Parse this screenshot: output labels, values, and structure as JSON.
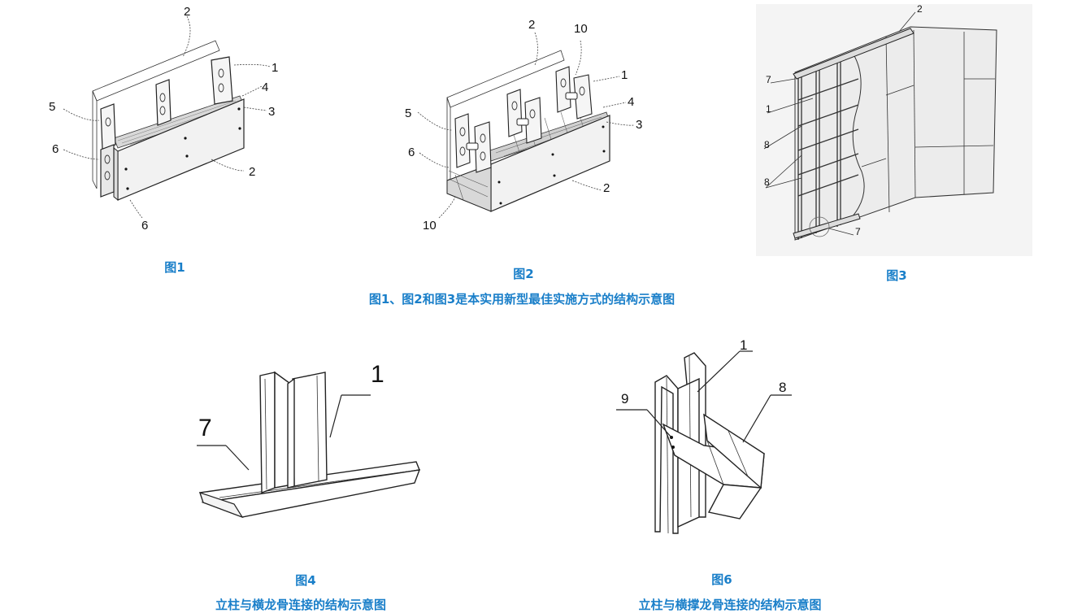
{
  "figures": {
    "fig1": {
      "caption": "图1",
      "labels": {
        "l2_top": "2",
        "l1": "1",
        "l4": "4",
        "l3": "3",
        "l5": "5",
        "l6_left": "6",
        "l2_bottom": "2",
        "l6_bottom": "6"
      }
    },
    "fig2": {
      "caption": "图2",
      "labels": {
        "l2_top": "2",
        "l10_top": "10",
        "l1": "1",
        "l4": "4",
        "l3": "3",
        "l5": "5",
        "l6": "6",
        "l2_bottom": "2",
        "l10_bottom": "10"
      }
    },
    "fig3": {
      "caption": "图3",
      "labels": {
        "l2": "2",
        "l7_top": "7",
        "l1": "1",
        "l8_a": "8",
        "l8_b": "8",
        "l7_bottom": "7"
      }
    },
    "fig4": {
      "caption": "图4",
      "subtitle": "立柱与横龙骨连接的结构示意图",
      "labels": {
        "l1": "1",
        "l7": "7"
      }
    },
    "fig6": {
      "caption": "图6",
      "subtitle": "立柱与横撑龙骨连接的结构示意图",
      "labels": {
        "l1": "1",
        "l9": "9",
        "l8": "8"
      }
    }
  },
  "group_caption": "图1、图2和图3是本实用新型最佳实施方式的结构示意图",
  "colors": {
    "caption": "#1a7fc9",
    "line": "#222222",
    "background": "#ffffff"
  }
}
